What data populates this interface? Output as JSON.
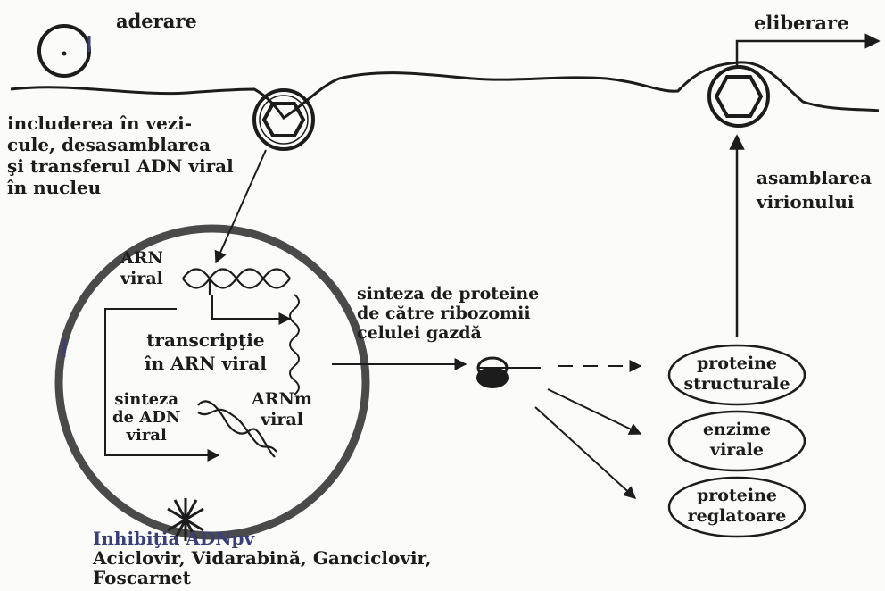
{
  "labels": {
    "aderare": "aderare",
    "eliberare": "eliberare",
    "includerea": [
      "includerea în vezi-",
      "cule, desasamblarea",
      "şi transferul ADN viral",
      "în nucleu"
    ],
    "asamblarea": [
      "asamblarea",
      "virionului"
    ],
    "arn_viral": [
      "ARN",
      "viral"
    ],
    "transcriptie": [
      "transcripţie",
      "în ARN viral"
    ],
    "arnm_viral": [
      "ARNm",
      "viral"
    ],
    "sinteza_adn": [
      "sinteza",
      "de ADN",
      "viral"
    ],
    "sinteza_proteine": [
      "sinteza de proteine",
      "de către ribozomii",
      "celulei gazdă"
    ],
    "inhibitia": [
      "Inhibiţia ADNpv",
      "Aciclovir, Vidarabină, Ganciclovir,",
      "Foscarnet"
    ]
  },
  "products": [
    [
      "proteine",
      "structurale"
    ],
    [
      "enzime",
      "virale"
    ],
    [
      "proteine",
      "reglatoare"
    ]
  ],
  "colors": {
    "ink": "#1c1c1c",
    "nucleus": "#4a4a4a",
    "accent_blue": "#3a3f7a",
    "background": "#fbfbf9"
  }
}
